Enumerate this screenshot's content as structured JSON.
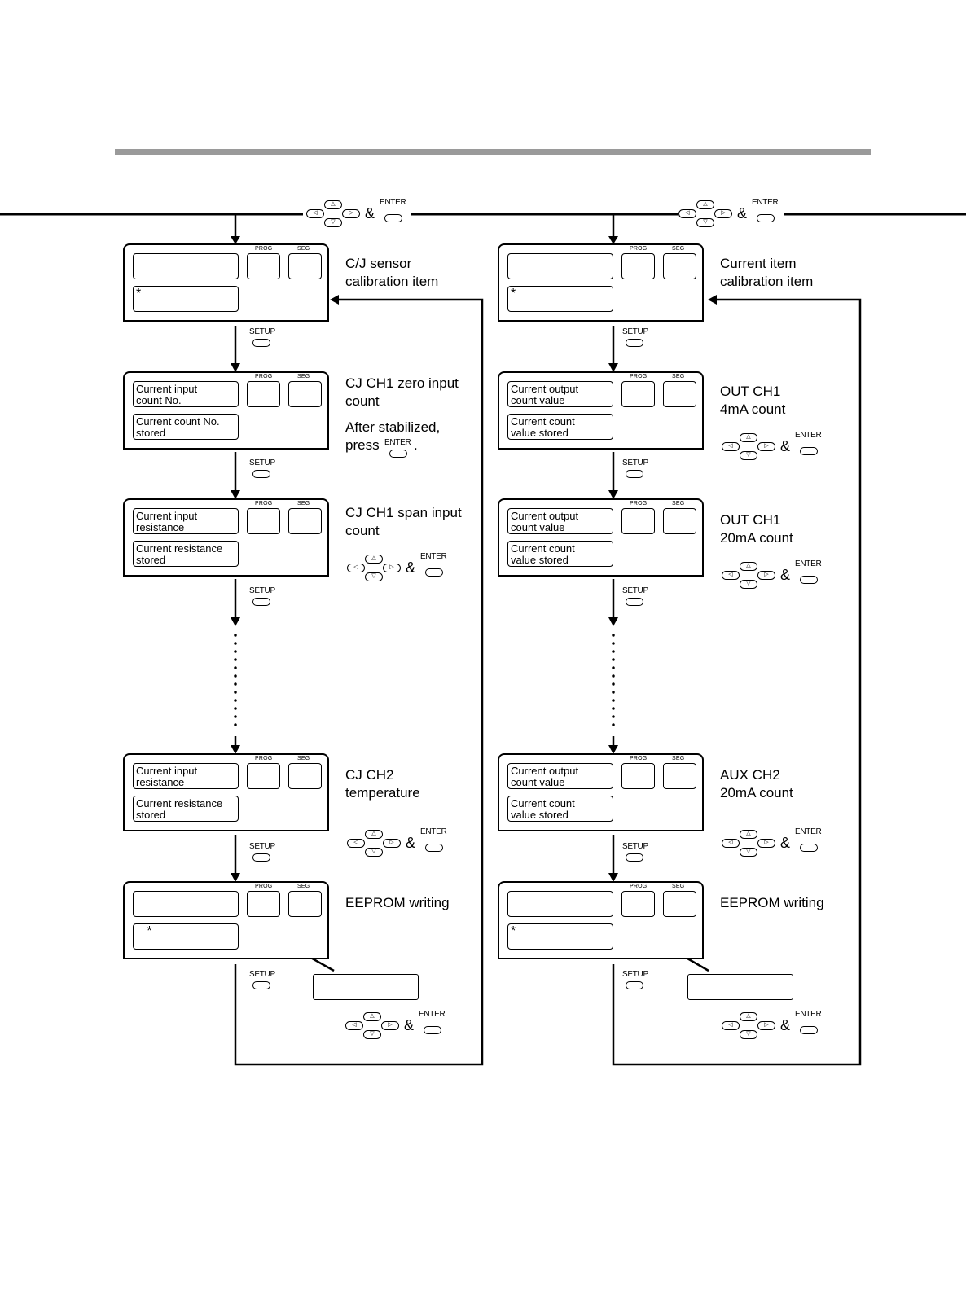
{
  "keys": {
    "enter": "ENTER",
    "setup": "SETUP",
    "prog": "PROG",
    "seg": "SEG",
    "ampersand": "&",
    "up": "△",
    "down": "▽",
    "left": "◁",
    "right": "▷"
  },
  "left_column": {
    "steps": [
      {
        "display_top": "",
        "display_bottom": "*",
        "description": "C/J sensor\ncalibration item"
      },
      {
        "display_top": "Current input\ncount No.",
        "display_bottom": "Current count No.\nstored",
        "description": "CJ CH1 zero input\ncount",
        "note_prefix": "After stabilized,\npress",
        "note_suffix": "."
      },
      {
        "display_top": "Current input\nresistance",
        "display_bottom": "Current resistance\nstored",
        "description": "CJ CH1 span input\ncount"
      },
      {
        "display_top": "Current input\nresistance",
        "display_bottom": "Current resistance\nstored",
        "description": "CJ CH2\ntemperature"
      },
      {
        "display_top": "",
        "display_bottom": "   *",
        "description": "EEPROM writing"
      }
    ]
  },
  "right_column": {
    "steps": [
      {
        "display_top": "",
        "display_bottom": "*",
        "description": "Current item\ncalibration item"
      },
      {
        "display_top": "Current output\ncount value",
        "display_bottom": "Current count\nvalue stored",
        "description": "OUT CH1\n4mA count"
      },
      {
        "display_top": "Current output\ncount value",
        "display_bottom": "Current count\nvalue stored",
        "description": "OUT CH1\n20mA count"
      },
      {
        "display_top": "Current output\ncount value",
        "display_bottom": "Current count\nvalue stored",
        "description": "AUX CH2\n20mA count"
      },
      {
        "display_top": "",
        "display_bottom": "*",
        "description": "EEPROM writing"
      }
    ]
  }
}
